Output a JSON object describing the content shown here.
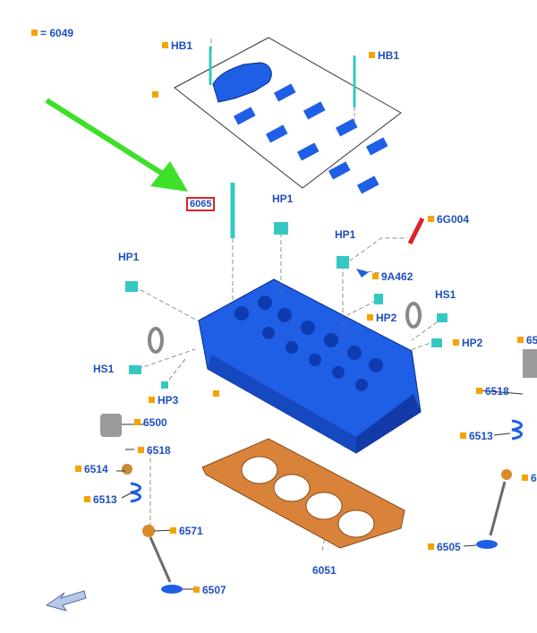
{
  "legend": {
    "text": "= 6049"
  },
  "colors": {
    "label": "#1f4fbf",
    "square": "#f5a300",
    "part": "#1f5fe6",
    "gasket": "#d9823a",
    "arrow": "#3ee02a",
    "fitting": "#35c7c2",
    "highlight": "#e0202a"
  },
  "callouts": {
    "hb1_left": "HB1",
    "hb1_right": "HB1",
    "highlight": "6065",
    "hp1_center": "HP1",
    "g6g004": "6G004",
    "hp1_left": "HP1",
    "hp1_right": "HP1",
    "n9a462": "9A462",
    "hp2_upper": "HP2",
    "hs1_right": "HS1",
    "hp2_right": "HP2",
    "hs1_left": "HS1",
    "hp3": "HP3",
    "n6500": "6500",
    "n6518_left": "6518",
    "n6514": "6514",
    "n6513_left": "6513",
    "n6571": "6571",
    "n6507": "6507",
    "n6051": "6051",
    "n6518_right": "6518",
    "n6513_right": "6513",
    "n6505": "6505",
    "n65_right": "65",
    "n6_right": "6"
  },
  "icons": [
    "pointer-arrow-icon",
    "view-direction-arrow-icon",
    "orange-square-marker-icon"
  ]
}
